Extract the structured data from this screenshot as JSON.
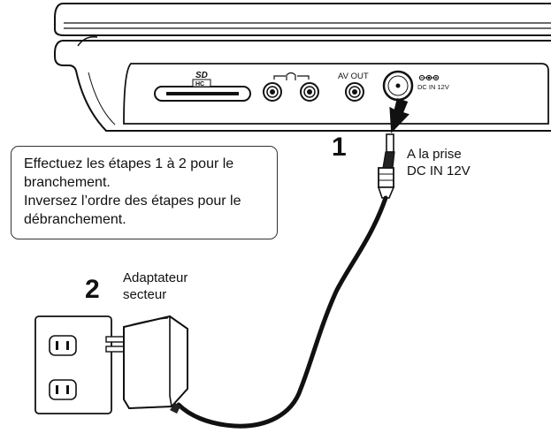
{
  "device": {
    "sd_logo_top": "SD",
    "sd_logo_bottom": "HC",
    "headphone_symbol": "⌒∩⌒",
    "av_out_label": "AV OUT",
    "dc_polarity_symbol": "⊖•⊕",
    "dc_in_label": "DC IN 12V"
  },
  "steps": [
    {
      "number": "1",
      "caption_lines": [
        "A la prise",
        "DC IN 12V"
      ]
    },
    {
      "number": "2",
      "caption_lines": [
        "Adaptateur",
        "secteur"
      ]
    }
  ],
  "note": {
    "lines": [
      "Effectuez les étapes 1 à 2 pour le",
      "branchement.",
      "Inversez l’ordre des étapes pour le",
      "débranchement."
    ]
  }
}
